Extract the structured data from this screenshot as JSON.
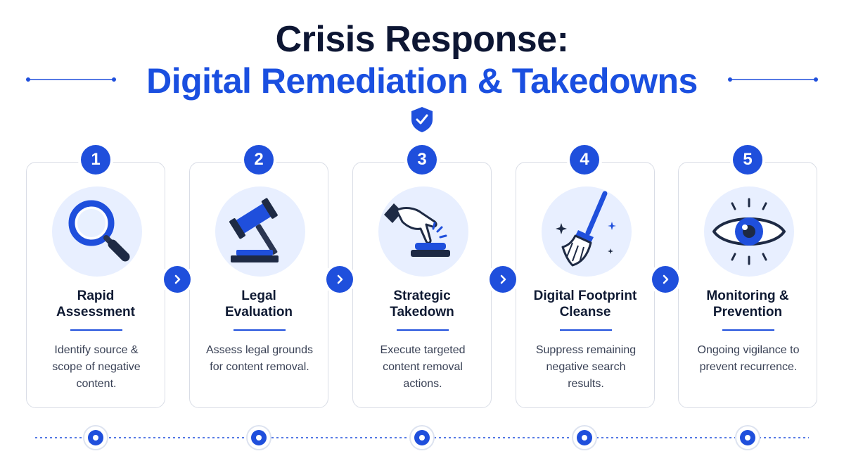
{
  "title": {
    "line1": "Crisis Response:",
    "line2": "Digital Remediation & Takedowns"
  },
  "colors": {
    "primary": "#1f4fdc",
    "title_dark": "#0d1633",
    "title_blue": "#1a4fe0",
    "icon_bg": "#e8efff",
    "card_border": "#d9dde6"
  },
  "steps": [
    {
      "number": "1",
      "title": "Rapid Assessment",
      "description": "Identify source & scope of negative content.",
      "icon": "magnifying-glass-icon"
    },
    {
      "number": "2",
      "title": "Legal Evaluation",
      "description": "Assess legal grounds for content removal.",
      "icon": "gavel-icon"
    },
    {
      "number": "3",
      "title": "Strategic Takedown",
      "description": "Execute targeted content removal actions.",
      "icon": "hand-press-button-icon"
    },
    {
      "number": "4",
      "title": "Digital Footprint Cleanse",
      "description": "Suppress remaining negative search results.",
      "icon": "broom-icon"
    },
    {
      "number": "5",
      "title": "Monitoring & Prevention",
      "description": "Ongoing vigilance to prevent recurrence.",
      "icon": "eye-icon"
    }
  ],
  "decorations": {
    "header_icon": "shield-check-icon",
    "arrow_icon": "chevron-right-icon"
  }
}
